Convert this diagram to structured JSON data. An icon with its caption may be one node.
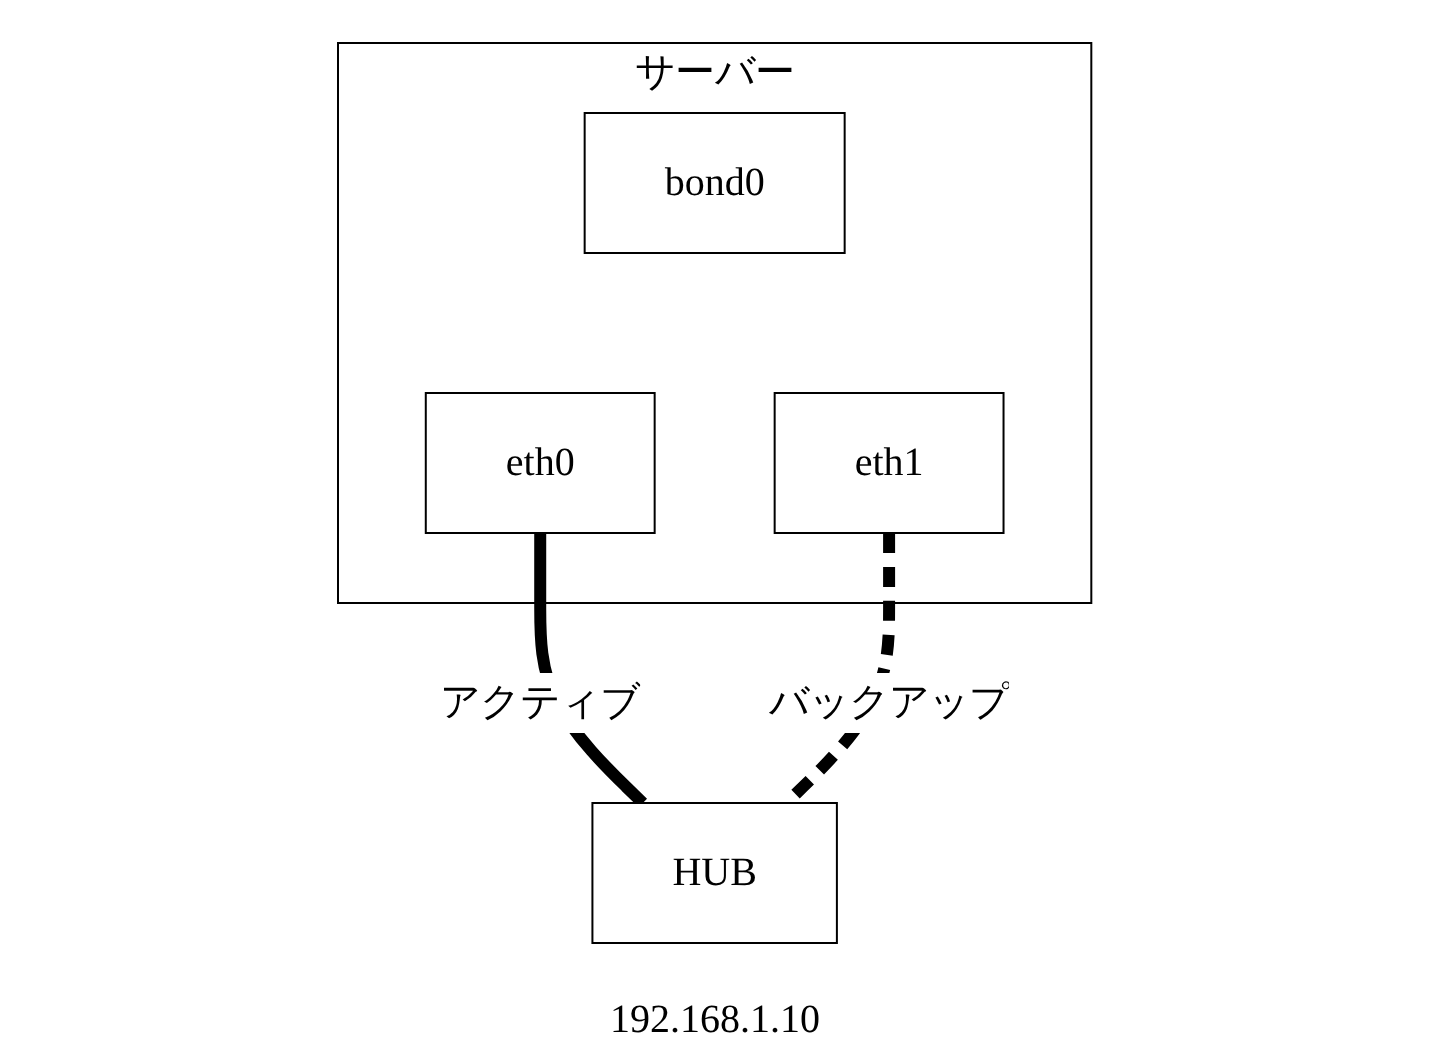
{
  "diagram": {
    "nodes": [
      {
        "text": [
          "サーバー"
        ]
      },
      {
        "text": [
          "bond0"
        ],
        "in": 0
      },
      {
        "text": [
          "eth0"
        ],
        "in": 0
      },
      {
        "text": [
          "eth1"
        ],
        "in": 0
      },
      {
        "text": [
          "HUB"
        ]
      }
    ],
    "edges": [
      {
        "from": 2,
        "to": 4,
        "arrow": "none",
        "label": "アクティブ"
      },
      {
        "from": 3,
        "to": 4,
        "arrow": "none",
        "label": "バックアップ",
        "style": "dashed"
      }
    ],
    "labels": [
      "192.168.1.10"
    ]
  }
}
